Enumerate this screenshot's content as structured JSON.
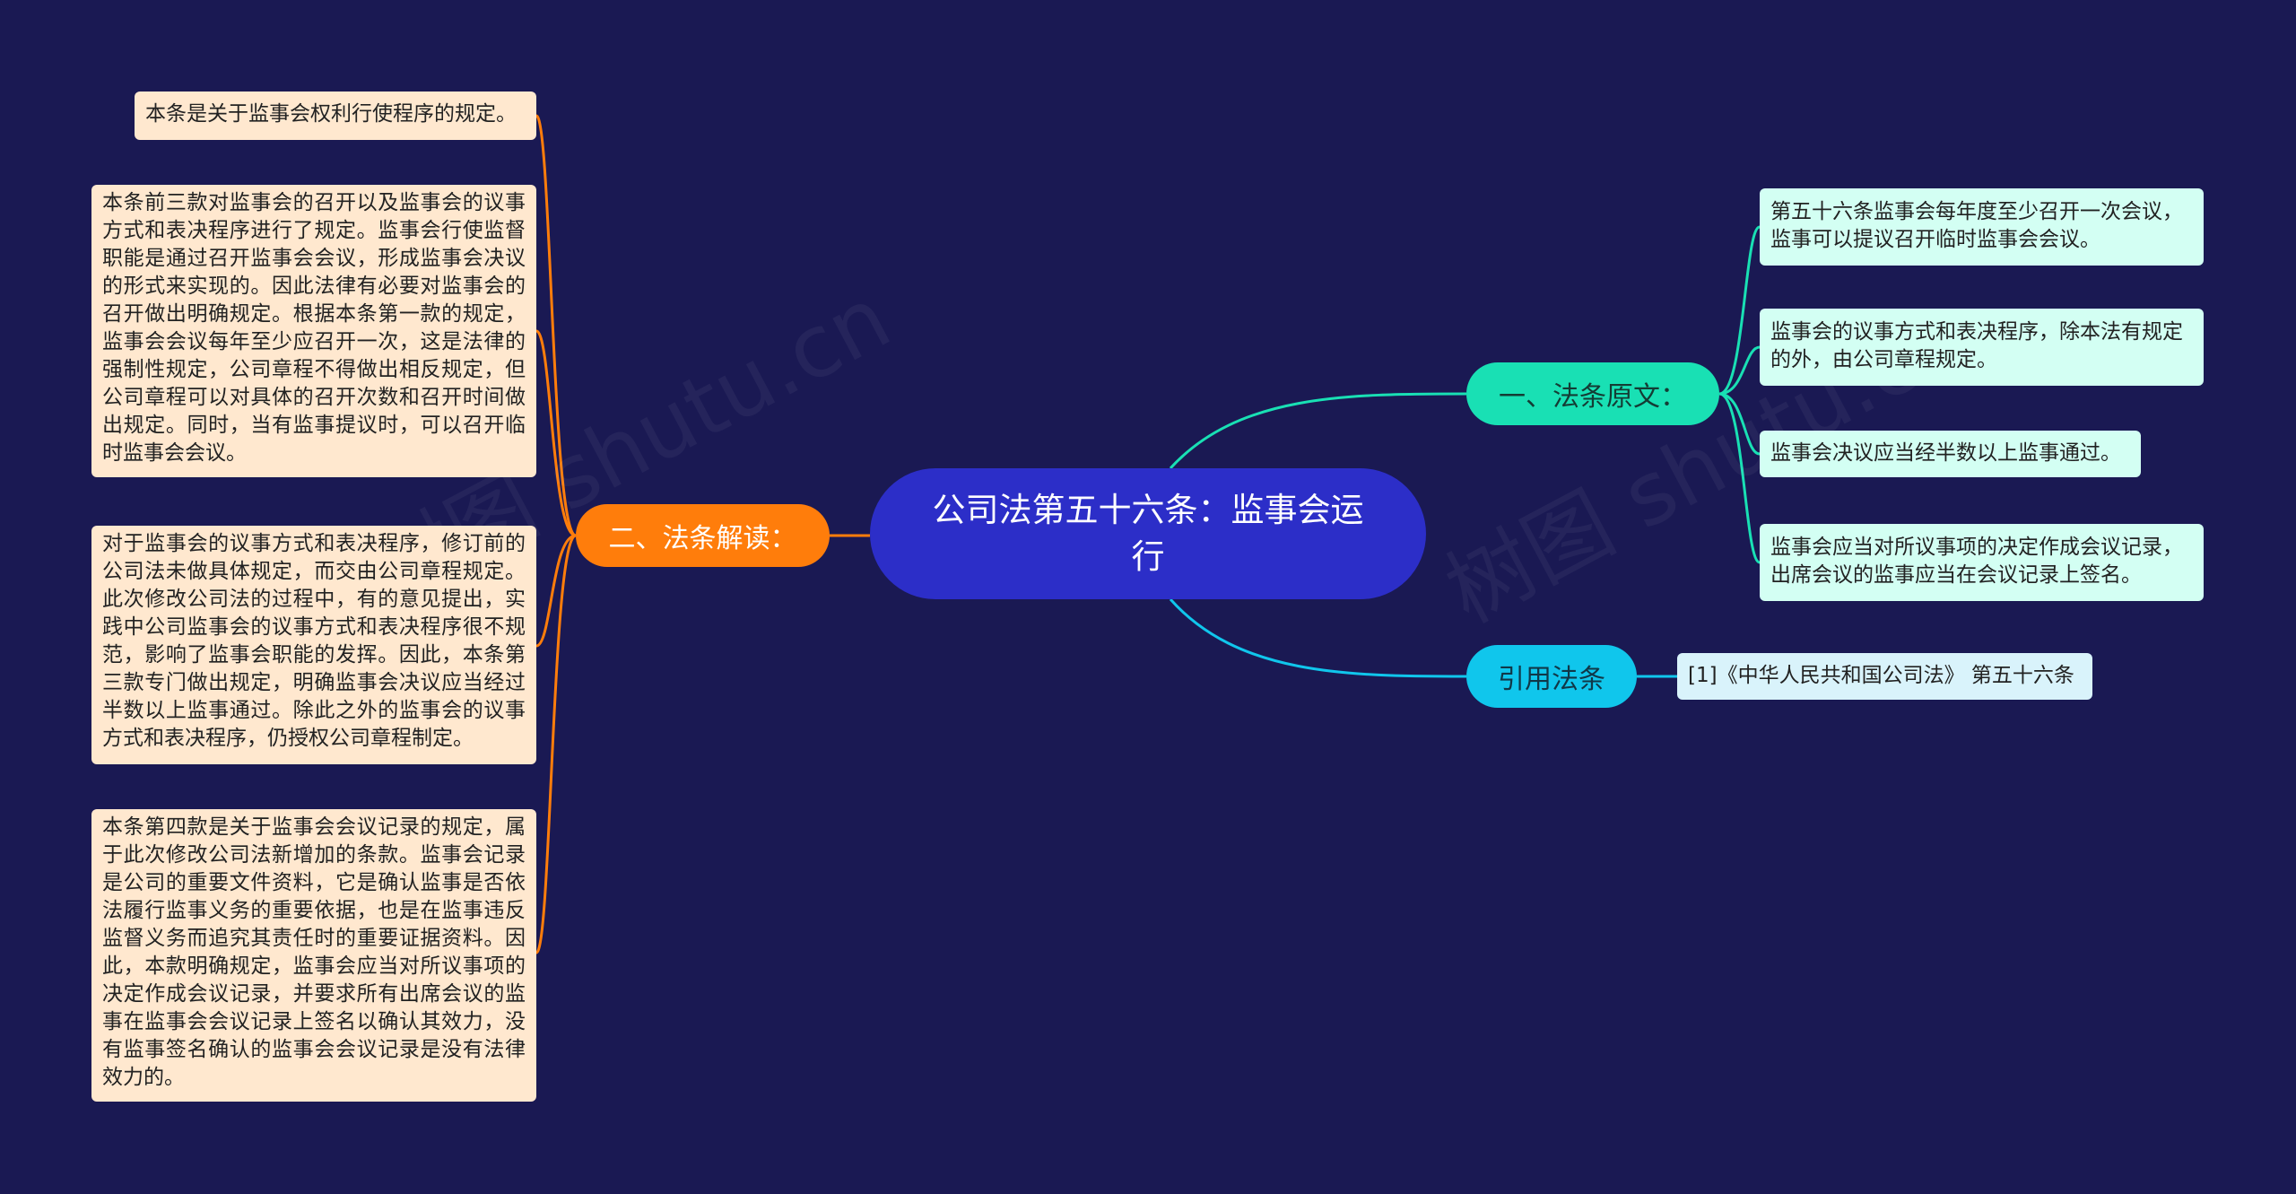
{
  "central": {
    "label": "公司法第五十六条：监事会运行"
  },
  "branches": {
    "original": {
      "label": "一、法条原文：",
      "color": "#19e0b4",
      "items": [
        "第五十六条监事会每年度至少召开一次会议，监事可以提议召开临时监事会会议。",
        "监事会的议事方式和表决程序，除本法有规定的外，由公司章程规定。",
        "监事会决议应当经半数以上监事通过。",
        "监事会应当对所议事项的决定作成会议记录，出席会议的监事应当在会议记录上签名。"
      ]
    },
    "reference": {
      "label": "引用法条",
      "color": "#10c6ec",
      "items": [
        "[1]《中华人民共和国公司法》 第五十六条"
      ]
    },
    "interpretation": {
      "label": "二、法条解读：",
      "color": "#ff7d0b",
      "items": [
        "本条是关于监事会权利行使程序的规定。",
        "本条前三款对监事会的召开以及监事会的议事方式和表决程序进行了规定。监事会行使监督职能是通过召开监事会会议，形成监事会决议的形式来实现的。因此法律有必要对监事会的召开做出明确规定。根据本条第一款的规定，监事会会议每年至少应召开一次，这是法律的强制性规定，公司章程不得做出相反规定，但公司章程可以对具体的召开次数和召开时间做出规定。同时，当有监事提议时，可以召开临时监事会会议。",
        "对于监事会的议事方式和表决程序，修订前的公司法未做具体规定，而交由公司章程规定。此次修改公司法的过程中，有的意见提出，实践中公司监事会的议事方式和表决程序很不规范，影响了监事会职能的发挥。因此，本条第三款专门做出规定，明确监事会决议应当经过半数以上监事通过。除此之外的监事会的议事方式和表决程序，仍授权公司章程制定。",
        "本条第四款是关于监事会会议记录的规定，属于此次修改公司法新增加的条款。监事会记录是公司的重要文件资料，它是确认监事是否依法履行监事义务的重要依据，也是在监事违反监督义务而追究其责任时的重要证据资料。因此，本款明确规定，监事会应当对所议事项的决定作成会议记录，并要求所有出席会议的监事在监事会会议记录上签名以确认其效力，没有监事签名确认的监事会会议记录是没有法律效力的。"
      ]
    }
  },
  "watermark": [
    "树图 shutu.cn",
    "树图 shutu.cn"
  ],
  "colors": {
    "background": "#1a1953",
    "central": "#2c2ec8"
  }
}
